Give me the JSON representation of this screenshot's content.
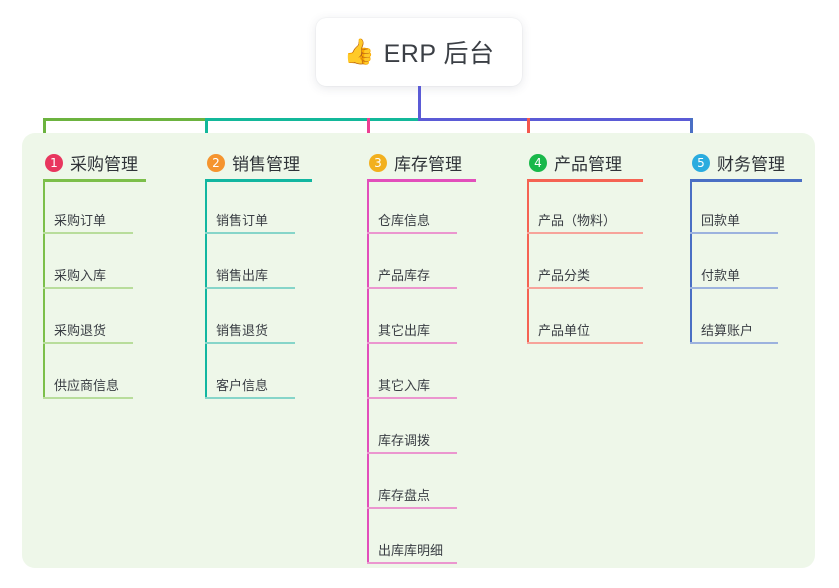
{
  "root": {
    "icon": "thumbs-up-icon",
    "icon_glyph": "👍",
    "title": "ERP 后台"
  },
  "palette": {
    "panel_bg": "#eef7e9",
    "page_bg": "#ffffff",
    "bus_left": "#6cb33f",
    "bus_mid": "#13b89a",
    "bus_right": "#5b5bd6",
    "stem": "#5b5bd6"
  },
  "columns": [
    {
      "number": "1",
      "title": "采购管理",
      "badge_color": "#e8365e",
      "line_color": "#7cbf4a",
      "leaf_line_color": "#b8dd9b",
      "drop_color": "#6cb33f",
      "leaves": [
        "采购订单",
        "采购入库",
        "采购退货",
        "供应商信息"
      ]
    },
    {
      "number": "2",
      "title": "销售管理",
      "badge_color": "#f5942e",
      "line_color": "#12b6a0",
      "leaf_line_color": "#86d5c9",
      "drop_color": "#13b89a",
      "leaves": [
        "销售订单",
        "销售出库",
        "销售退货",
        "客户信息"
      ]
    },
    {
      "number": "3",
      "title": "库存管理",
      "badge_color": "#f2b01e",
      "line_color": "#e24fbb",
      "leaf_line_color": "#eb96cf",
      "drop_color": "#ec3f93",
      "leaves": [
        "仓库信息",
        "产品库存",
        "其它出库",
        "其它入库",
        "库存调拨",
        "库存盘点",
        "出库库明细"
      ]
    },
    {
      "number": "4",
      "title": "产品管理",
      "badge_color": "#19b84a",
      "line_color": "#f56353",
      "leaf_line_color": "#f7a39a",
      "drop_color": "#f4574d",
      "leaves": [
        "产品（物料）",
        "产品分类",
        "产品单位"
      ]
    },
    {
      "number": "5",
      "title": "财务管理",
      "badge_color": "#2aacdf",
      "line_color": "#4a6fc4",
      "leaf_line_color": "#9cb2de",
      "drop_color": "#4a6fc4",
      "leaves": [
        "回款单",
        "付款单",
        "结算账户"
      ]
    }
  ]
}
